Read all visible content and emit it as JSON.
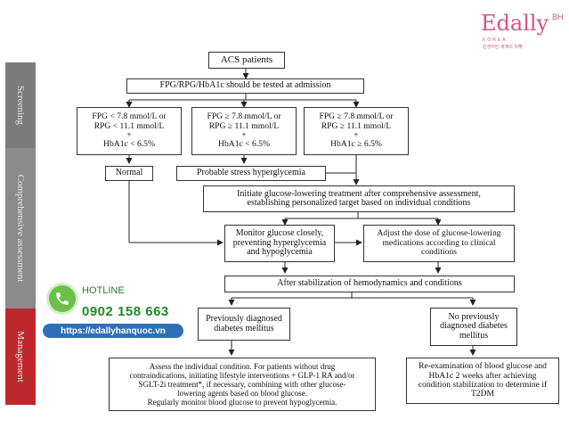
{
  "brand": {
    "name": "Edally",
    "superscript": "BH",
    "sub_korea": "KOREA",
    "sub_line": "인생이란 세계의 위해",
    "color": "#d4567e"
  },
  "bands": [
    {
      "label": "Screening",
      "color": "#7b7b7b"
    },
    {
      "label": "Comprehensive assessment",
      "color": "#8a8a8a"
    },
    {
      "label": "Management",
      "color": "#c0272d"
    }
  ],
  "hotline": {
    "label": "HOTLINE",
    "phone": "0902 158 663",
    "url": "https://edallyhanquoc.vn",
    "icon": "phone-icon"
  },
  "flow": {
    "acs": "ACS patients",
    "test": "FPG/RPG/HbA1c should be tested at admission",
    "crit1": "FPG < 7.8 mmol/L or\nRPG < 11.1 mmol/L\n+\nHbA1c < 6.5%",
    "crit2": "FPG ≥ 7.8 mmol/L or\nRPG ≥ 11.1 mmol/L\n+\nHbA1c < 6.5%",
    "crit3": "FPG ≥ 7.8 mmol/L or\nRPG ≥ 11.1 mmol/L\n+\nHbA1c ≥ 6.5%",
    "normal": "Normal",
    "stress": "Probable stress hyperglycemia",
    "initiate": "Initiate glucose-lowering treatment after comprehensive assessment,\nestablishing personalized target based on individual conditions",
    "monitor": "Monitor glucose closely,\npreventing hyperglycemia\nand hypoglycemia",
    "adjust": "Adjust the dose of glucose-lowering\nmedications according to clinical\nconditions",
    "stabilization": "After stabilization of hemodynamics and conditions",
    "prev": "Previously diagnosed\ndiabetes mellitus",
    "noprev": "No previously\ndiagnosed diabetes\nmellitus",
    "assess": "Assess the individual condition. For patients without drug\ncontraindications, initiating lifestyle interventions + GLP-1 RA and/or\nSGLT-2i treatment*, if necessary, combining with other glucose-\nlowering agents based on blood glucose.\nRegularly monitor blood glucose to prevent hypoglycemia.",
    "reexam": "Re-examination of blood glucose and\nHbA1c 2 weeks after achieving\ncondition stabilization to determine if\nT2DM"
  }
}
